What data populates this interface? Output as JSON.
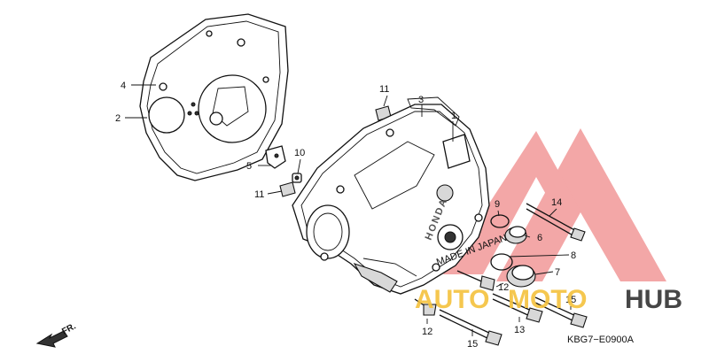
{
  "diagram": {
    "callouts": [
      {
        "id": "c1",
        "text": "1"
      },
      {
        "id": "c2",
        "text": "2"
      },
      {
        "id": "c3",
        "text": "3"
      },
      {
        "id": "c4",
        "text": "4"
      },
      {
        "id": "c5",
        "text": "5"
      },
      {
        "id": "c6",
        "text": "6"
      },
      {
        "id": "c7",
        "text": "7"
      },
      {
        "id": "c8",
        "text": "8"
      },
      {
        "id": "c9",
        "text": "9"
      },
      {
        "id": "c10",
        "text": "10"
      },
      {
        "id": "c11a",
        "text": "11"
      },
      {
        "id": "c11b",
        "text": "11"
      },
      {
        "id": "c12a",
        "text": "12"
      },
      {
        "id": "c12b",
        "text": "12"
      },
      {
        "id": "c13",
        "text": "13"
      },
      {
        "id": "c14",
        "text": "14"
      },
      {
        "id": "c15a",
        "text": "15"
      },
      {
        "id": "c15b",
        "text": "15"
      }
    ],
    "cover_brand": "HONDA",
    "diagram_code": "KBG7−E0900A",
    "direction_label": "FR."
  },
  "watermark": {
    "text_a": "AUTO",
    "text_b": "MOTO",
    "text_c": "HUB",
    "color_a": "#f5c23c",
    "color_b": "#f5c23c",
    "color_c": "#333333",
    "triangle_color": "#f08a8a"
  }
}
